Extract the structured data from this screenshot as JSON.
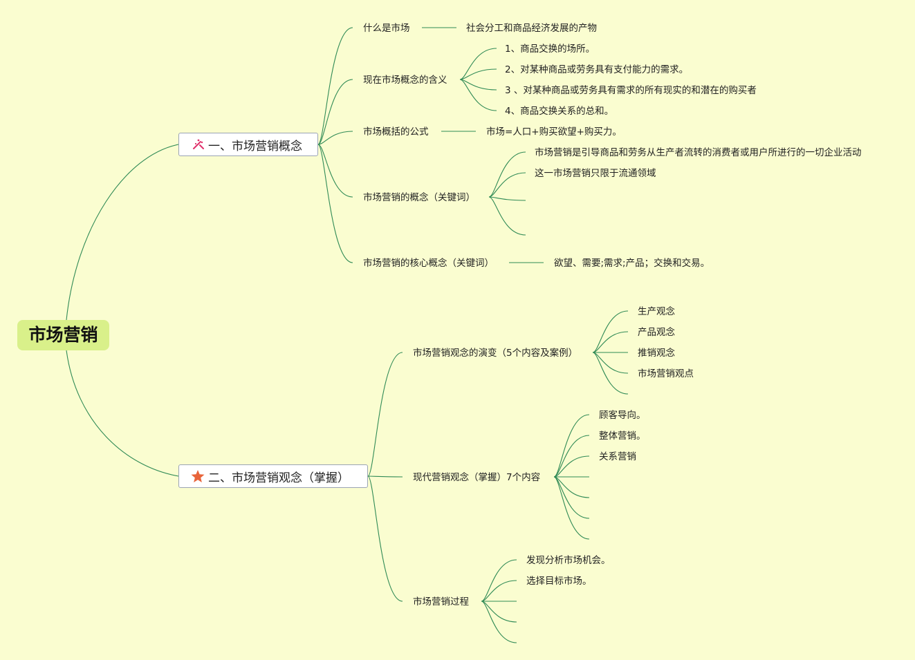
{
  "root": {
    "title": "市场营销"
  },
  "branch1": {
    "title": "一、市场营销概念",
    "icon": "sparkle-icon",
    "items": [
      {
        "label": "什么是市场",
        "children": [
          "社会分工和商品经济发展的产物"
        ]
      },
      {
        "label": "现在市场概念的含义",
        "children": [
          "1、商品交换的场所。",
          "2、对某种商品或劳务具有支付能力的需求。",
          "3 、对某种商品或劳务具有需求的所有现实的和潜在的购买者",
          "4、商品交换关系的总和。"
        ]
      },
      {
        "label": "市场概括的公式",
        "children": [
          "市场=人口+购买欲望+购买力。"
        ]
      },
      {
        "label": "市场营销的概念（关键词）",
        "children": [
          "市场营销是引导商品和劳务从生产者流转的消费者或用户所进行的一切企业活动",
          "这一市场营销只限于流通领域",
          "",
          ""
        ]
      },
      {
        "label": "市场营销的核心概念（关键词）",
        "children": [
          "欲望、需要;需求;产品；交换和交易。"
        ]
      }
    ]
  },
  "branch2": {
    "title": "二、市场营销观念（掌握）",
    "icon": "star-icon",
    "items": [
      {
        "label": "市场营销观念的演变（5个内容及案例）",
        "children": [
          "生产观念",
          "产品观念",
          "推销观念",
          "市场营销观点",
          ""
        ]
      },
      {
        "label": "现代营销观念（掌握）7个内容",
        "children": [
          "顾客导向。",
          "整体营销。",
          "关系营销",
          "",
          "",
          "",
          ""
        ]
      },
      {
        "label": "市场营销过程",
        "children": [
          "发现分析市场机会。",
          "选择目标市场。",
          "",
          "",
          ""
        ]
      }
    ]
  },
  "colors": {
    "background": "#fafdd0",
    "root": "#d9f08a",
    "line": "#2f8a55",
    "star": "#e8643a",
    "sparkle": "#e0306a"
  }
}
